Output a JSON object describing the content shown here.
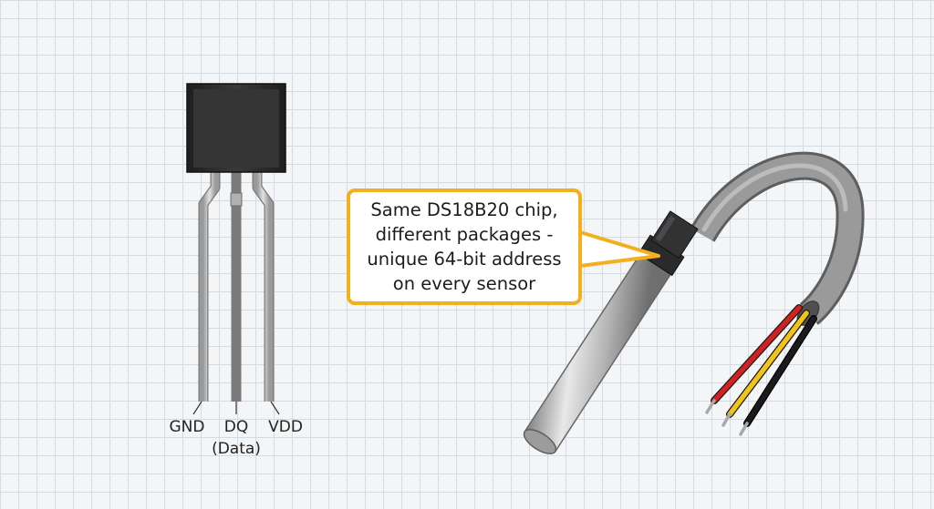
{
  "pins": {
    "gnd": "GND",
    "dq": "DQ",
    "dq_note": "(Data)",
    "vdd": "VDD"
  },
  "callout": {
    "lines": [
      "Same DS18B20 chip,",
      "different packages -",
      "unique 64-bit address",
      "on every sensor"
    ]
  },
  "colors": {
    "callout_border": "#f2b01e",
    "chip_body": "#2f2f2f",
    "pin_metal": "#c9c9c9",
    "probe_steel": "#b9b9b9",
    "cable_gray": "#8e8e8e",
    "wire_red": "#d32020",
    "wire_yellow": "#f2c31b",
    "wire_black": "#1b1b1b"
  }
}
